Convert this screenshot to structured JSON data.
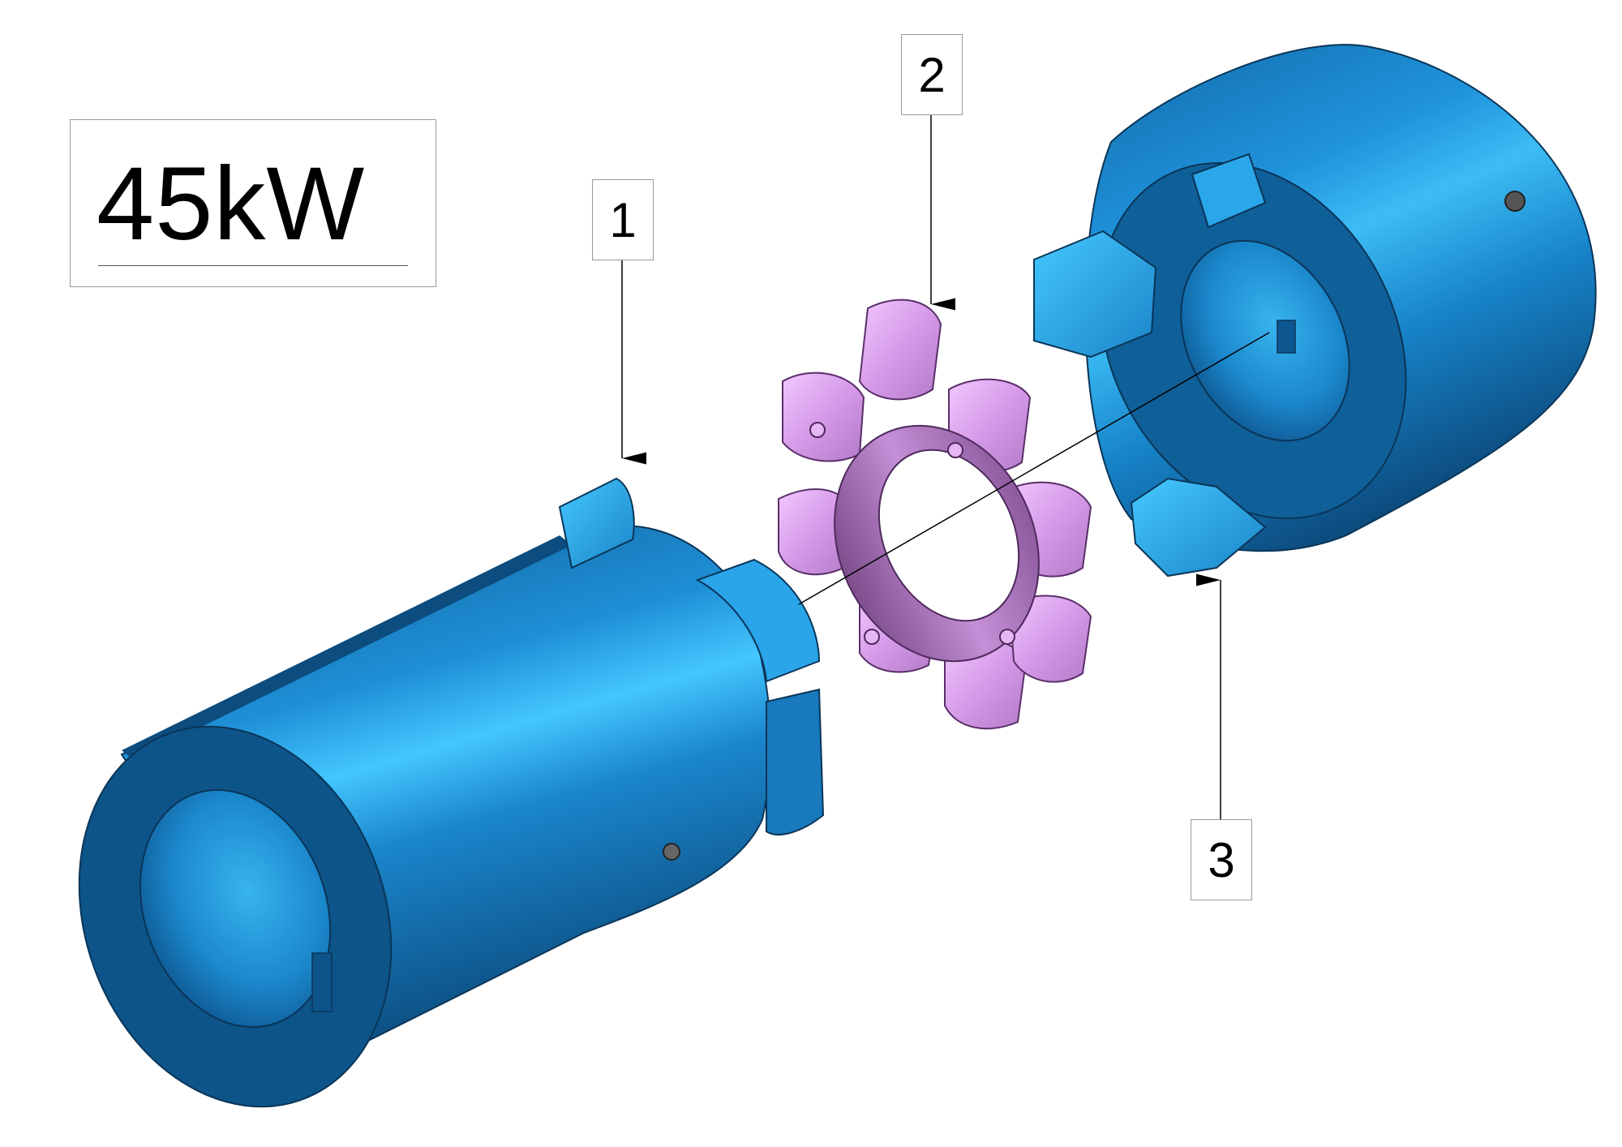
{
  "title": {
    "text": "45kW"
  },
  "balloons": [
    {
      "label": "1",
      "part": "hub-left"
    },
    {
      "label": "2",
      "part": "spider-insert"
    },
    {
      "label": "3",
      "part": "hub-right"
    }
  ],
  "colors": {
    "hub_blue": "#1e8fd6",
    "hub_highlight": "#3fc0ff",
    "hub_shadow": "#0f5a8f",
    "hub_dark": "#0b3f6a",
    "spider_light": "#e3aaf2",
    "spider_mid": "#b57ccb",
    "spider_dark": "#6b3f7a",
    "leader": "#000000"
  },
  "icons": [
    "set-screw-icon",
    "arrow-head-icon"
  ]
}
